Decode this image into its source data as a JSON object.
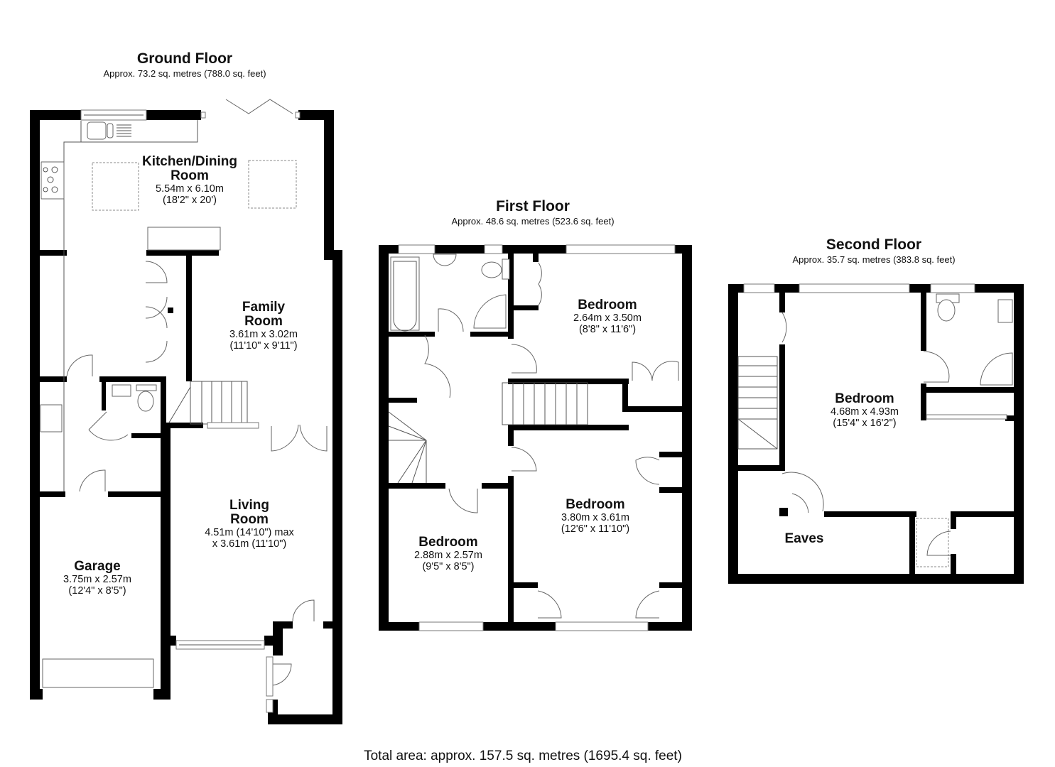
{
  "floors": {
    "ground": {
      "title": "Ground Floor",
      "area": "Approx. 73.2 sq. metres (788.0 sq. feet)",
      "rooms": {
        "kitchen": {
          "name_line1": "Kitchen/Dining",
          "name_line2": "Room",
          "dim_metric": "5.54m x 6.10m",
          "dim_imperial": "(18'2\" x 20')"
        },
        "family": {
          "name_line1": "Family",
          "name_line2": "Room",
          "dim_metric": "3.61m x 3.02m",
          "dim_imperial": "(11'10\" x 9'11\")"
        },
        "living": {
          "name_line1": "Living",
          "name_line2": "Room",
          "dim_metric": "4.51m (14'10\") max",
          "dim_imperial": "x 3.61m (11'10\")"
        },
        "garage": {
          "name": "Garage",
          "dim_metric": "3.75m x 2.57m",
          "dim_imperial": "(12'4\" x 8'5\")"
        }
      }
    },
    "first": {
      "title": "First Floor",
      "area": "Approx. 48.6 sq. metres (523.6 sq. feet)",
      "rooms": {
        "bedroom_a": {
          "name": "Bedroom",
          "dim_metric": "2.64m x 3.50m",
          "dim_imperial": "(8'8\" x 11'6\")"
        },
        "bedroom_b": {
          "name": "Bedroom",
          "dim_metric": "3.80m x 3.61m",
          "dim_imperial": "(12'6\" x 11'10\")"
        },
        "bedroom_c": {
          "name": "Bedroom",
          "dim_metric": "2.88m x 2.57m",
          "dim_imperial": "(9'5\" x 8'5\")"
        }
      }
    },
    "second": {
      "title": "Second Floor",
      "area": "Approx. 35.7 sq. metres (383.8 sq. feet)",
      "rooms": {
        "bedroom": {
          "name": "Bedroom",
          "dim_metric": "4.68m x 4.93m",
          "dim_imperial": "(15'4\" x 16'2\")"
        },
        "eaves": {
          "name": "Eaves"
        }
      }
    }
  },
  "total_area": "Total area: approx. 157.5 sq. metres (1695.4 sq. feet)",
  "colors": {
    "wall": "#000000",
    "fixture_line": "#666666",
    "background": "#ffffff"
  }
}
